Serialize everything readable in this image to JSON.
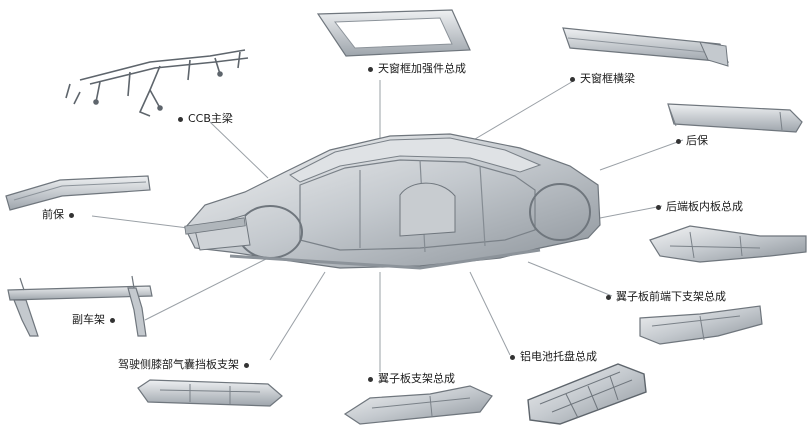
{
  "labels": {
    "sunroof_reinforcement": "天窗框加强件总成",
    "sunroof_crossbeam": "天窗框横梁",
    "ccb_beam": "CCB主梁",
    "rear_bumper": "后保",
    "front_bumper": "前保",
    "rear_inner_panel": "后端板内板总成",
    "subframe": "副车架",
    "fender_lower_bracket": "翼子板前端下支架总成",
    "airbag_bracket": "驾驶侧膝部气囊挡板支架",
    "fender_bracket": "翼子板支架总成",
    "battery_tray": "铝电池托盘总成"
  },
  "colors": {
    "metal_light": "#e6e8ea",
    "metal_mid": "#b9bec3",
    "metal_dark": "#6f767d",
    "leader": "#9aa0a6",
    "dot": "#333333"
  }
}
